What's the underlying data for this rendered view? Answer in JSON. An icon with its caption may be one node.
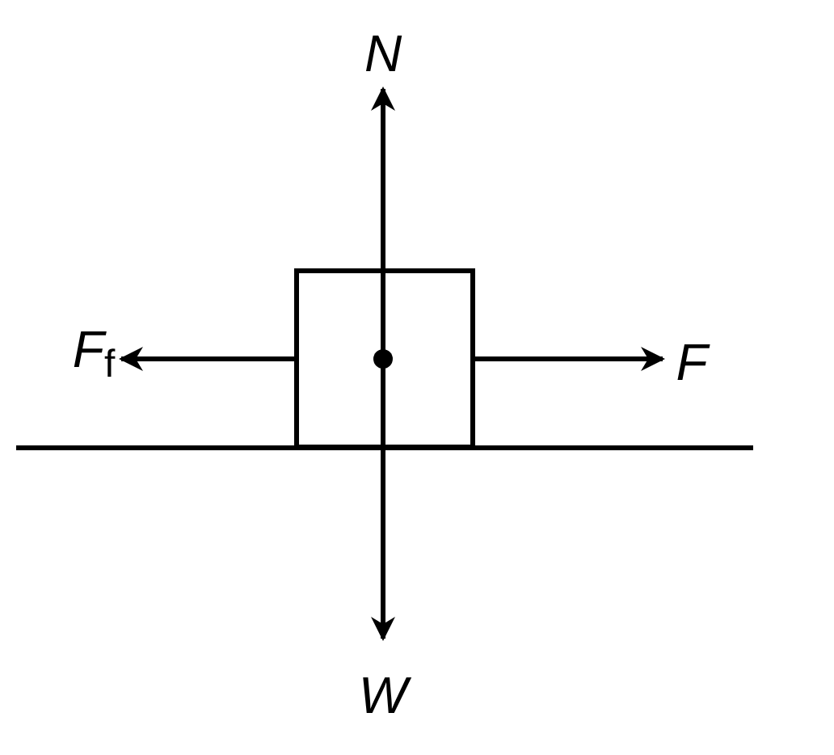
{
  "diagram": {
    "nodes": [
      {
        "text": [],
        "shape": "box"
      }
    ],
    "labels": [
      "N",
      "*F*$_{f}$",
      "F",
      "W"
    ]
  }
}
